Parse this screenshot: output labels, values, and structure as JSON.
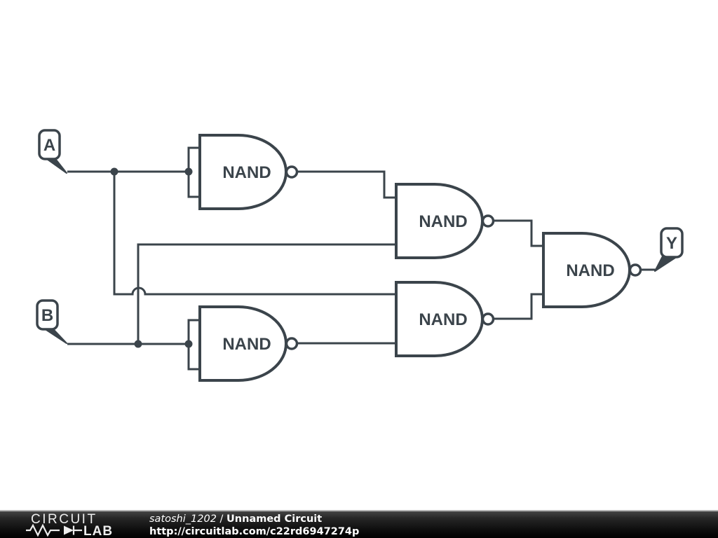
{
  "canvas": {
    "background": "#ffffff",
    "ink_color": "#3b444b"
  },
  "diagram": {
    "terminals": [
      {
        "id": "A",
        "label": "A",
        "type": "input-flag"
      },
      {
        "id": "B",
        "label": "B",
        "type": "input-flag"
      },
      {
        "id": "Y",
        "label": "Y",
        "type": "output-flag"
      }
    ],
    "gates": [
      {
        "id": "nand1",
        "label": "NAND",
        "position": "top-left"
      },
      {
        "id": "nand2",
        "label": "NAND",
        "position": "top-middle"
      },
      {
        "id": "nand3",
        "label": "NAND",
        "position": "bottom-left"
      },
      {
        "id": "nand4",
        "label": "NAND",
        "position": "bottom-middle"
      },
      {
        "id": "nand5",
        "label": "NAND",
        "position": "right-output"
      }
    ],
    "connections": [
      "A -> NAND1.in1+in2 (inputs tied)",
      "A -> NAND4.in1",
      "B -> NAND3.in1+in2 (inputs tied)",
      "B -> NAND2.in2",
      "NAND1.out -> NAND2.in1",
      "NAND3.out -> NAND4.in2",
      "NAND2.out -> NAND5.in1",
      "NAND4.out -> NAND5.in2",
      "NAND5.out -> Y"
    ]
  },
  "footer": {
    "logo_top": "CIRCUIT",
    "logo_bottom": "LAB",
    "author": "satoshi_1202",
    "separator": " / ",
    "circuit_title": "Unnamed Circuit",
    "url": "http://circuitlab.com/c22rd6947274p"
  }
}
